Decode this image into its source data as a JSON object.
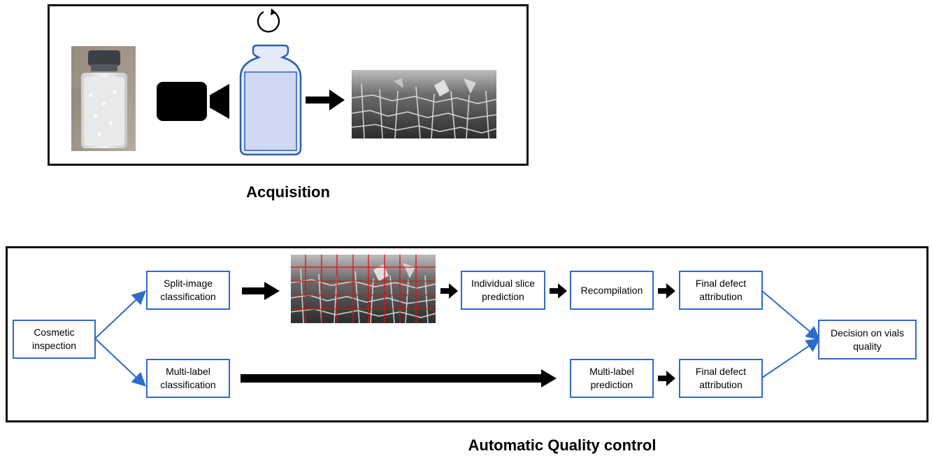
{
  "acquisition": {
    "title": "Acquisition",
    "elements": [
      "vial-photo",
      "camera-icon",
      "rotation-icon",
      "bottle-icon",
      "arrow",
      "cake-image"
    ]
  },
  "quality_control": {
    "title": "Automatic Quality control",
    "nodes": {
      "cosmetic": [
        "Cosmetic",
        "inspection"
      ],
      "split": [
        "Split-image",
        "classification"
      ],
      "slice": [
        "Individual slice",
        "prediction"
      ],
      "recompilation": [
        "Recompilation"
      ],
      "final_top": [
        "Final defect",
        "attribution"
      ],
      "multi_class": [
        "Multi-label",
        "classification"
      ],
      "multi_pred": [
        "Multi-label",
        "prediction"
      ],
      "final_bottom": [
        "Final defect",
        "attribution"
      ],
      "decision": [
        "Decision on vials",
        "quality"
      ]
    },
    "edge_color": "#2e6bc7",
    "grid_color": "#e01010"
  }
}
